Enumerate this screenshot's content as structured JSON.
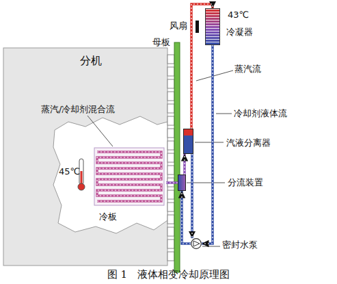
{
  "diagram": {
    "caption": "图 1　液体相变冷却原理图",
    "nodes": [
      {
        "text": [
          "分机"
        ]
      },
      {
        "text": [
          "冷板"
        ],
        "in": 0
      },
      {
        "text": [
          "母板"
        ]
      },
      {
        "text": [
          "43℃",
          "冷凝器"
        ]
      },
      {
        "text": [
          "风扇"
        ]
      },
      {
        "text": [
          "汽液分离器"
        ]
      },
      {
        "text": [
          "分流装置"
        ]
      },
      {
        "text": [
          "密封水泵"
        ]
      }
    ],
    "edges": [
      {
        "from": 1,
        "to": 6,
        "arrow": "none"
      },
      {
        "from": 6,
        "to": 5,
        "arrow": "to"
      },
      {
        "from": 5,
        "to": 3,
        "arrow": "to"
      },
      {
        "from": 3,
        "to": 7,
        "arrow": "to"
      },
      {
        "from": 7,
        "to": 6,
        "arrow": "to"
      },
      {
        "from": 5,
        "to": 7,
        "arrow": "to"
      }
    ],
    "labels": [
      "蒸汽/冷却剂混合流",
      "45℃",
      "蒸汽流",
      "冷却剂液体流"
    ]
  }
}
